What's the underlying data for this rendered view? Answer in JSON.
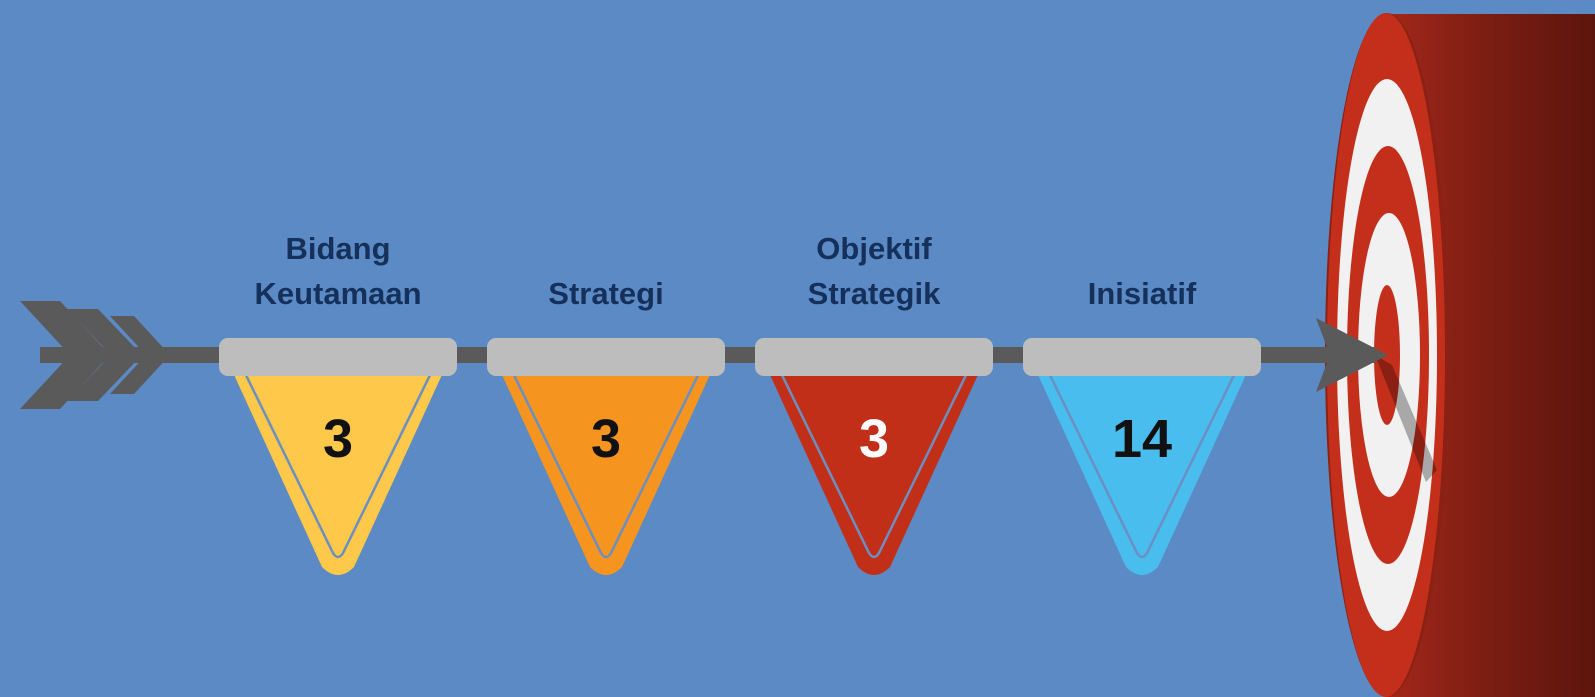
{
  "stages": [
    {
      "label_lines": [
        "Bidang",
        "Keutamaan"
      ],
      "value": "3",
      "color": "#fec84b",
      "value_color": "#111111"
    },
    {
      "label_lines": [
        "Strategi"
      ],
      "value": "3",
      "color": "#f5951f",
      "value_color": "#111111"
    },
    {
      "label_lines": [
        "Objektif",
        "Strategik"
      ],
      "value": "3",
      "color": "#c22f18",
      "value_color": "#ffffff"
    },
    {
      "label_lines": [
        "Inisiatif"
      ],
      "value": "14",
      "color": "#48bdee",
      "value_color": "#111111"
    }
  ],
  "colors": {
    "background": "#5b8ac4",
    "arrow": "#5a5a5a",
    "bar": "#bdbdbd",
    "label_text": "#15305a",
    "target_red": "#c42f1c",
    "target_white": "#f1f1f1",
    "target_side": "#7a1d12"
  },
  "icons": {
    "tail": "arrow-fletching-icon",
    "head": "arrow-head-icon",
    "target": "bullseye-target-icon"
  }
}
